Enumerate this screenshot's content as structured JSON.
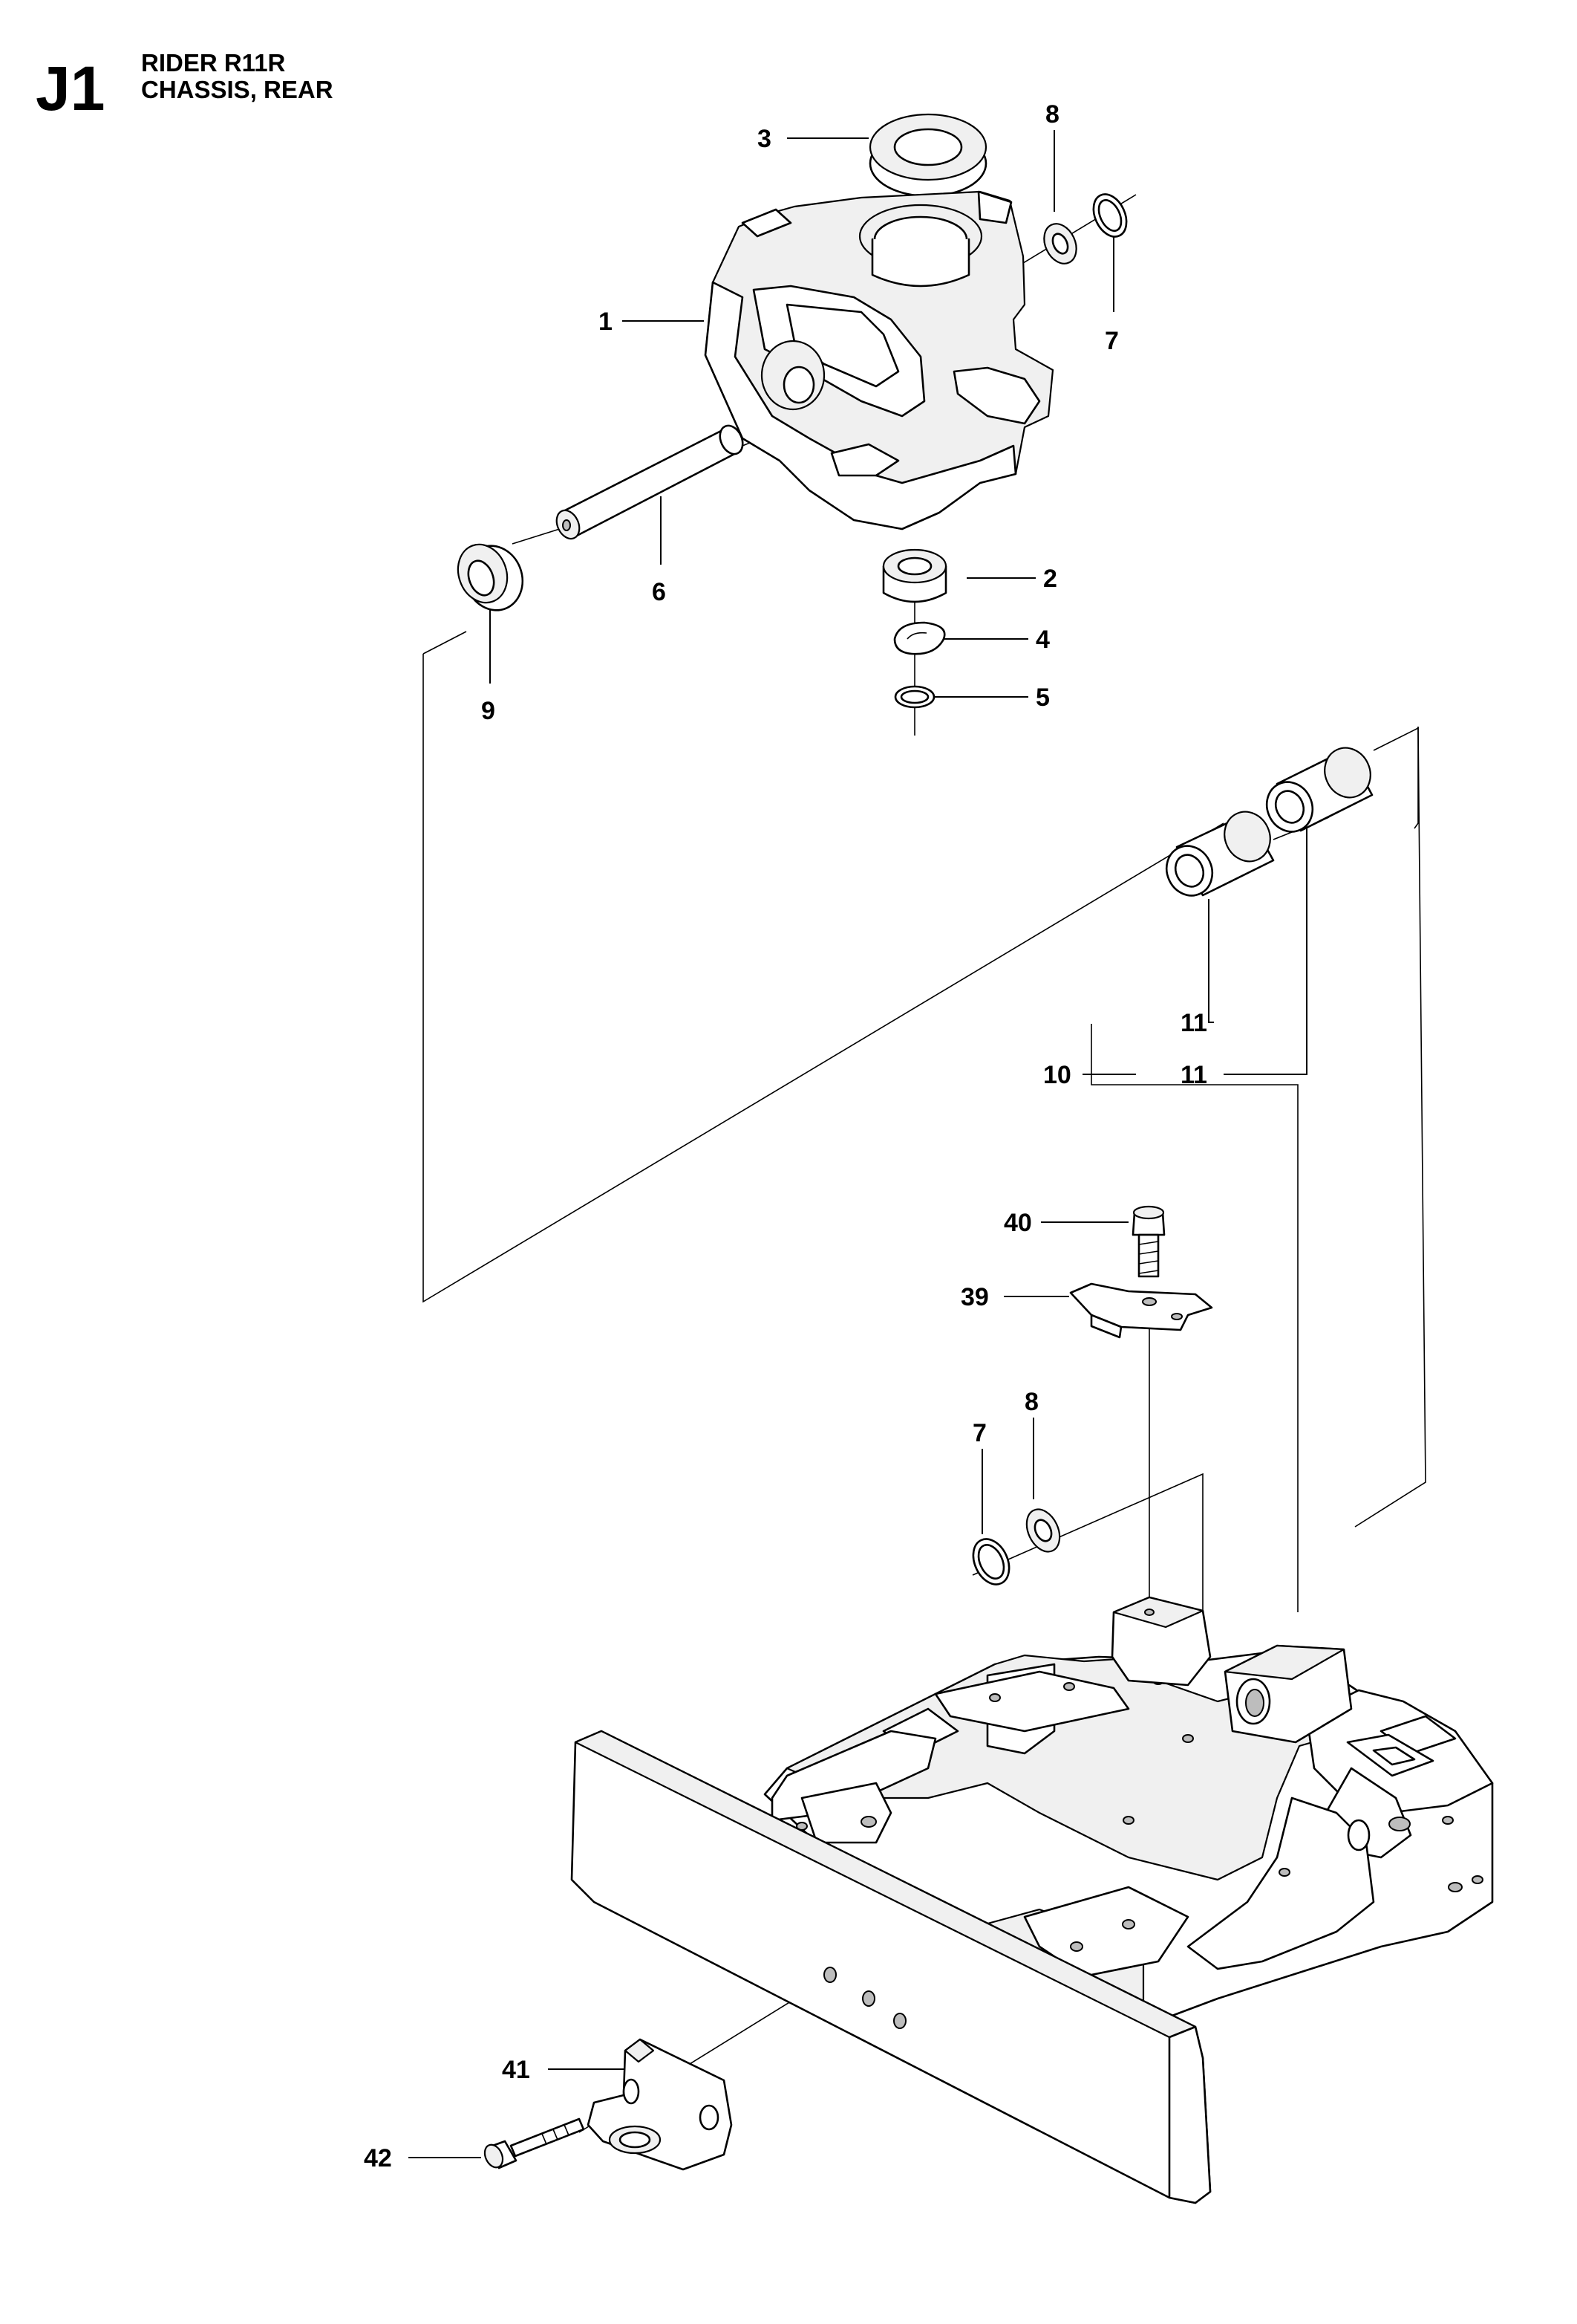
{
  "header": {
    "section_code": "J1",
    "model": "RIDER R11R",
    "section_title": "CHASSIS, REAR"
  },
  "callouts": {
    "c1": "1",
    "c2": "2",
    "c3": "3",
    "c4": "4",
    "c5": "5",
    "c6": "6",
    "c7_top": "7",
    "c8_top": "8",
    "c9": "9",
    "c10": "10",
    "c11_a": "11",
    "c11_b": "11",
    "c39": "39",
    "c40": "40",
    "c7_bottom": "7",
    "c8_bottom": "8",
    "c41": "41",
    "c42": "42"
  }
}
